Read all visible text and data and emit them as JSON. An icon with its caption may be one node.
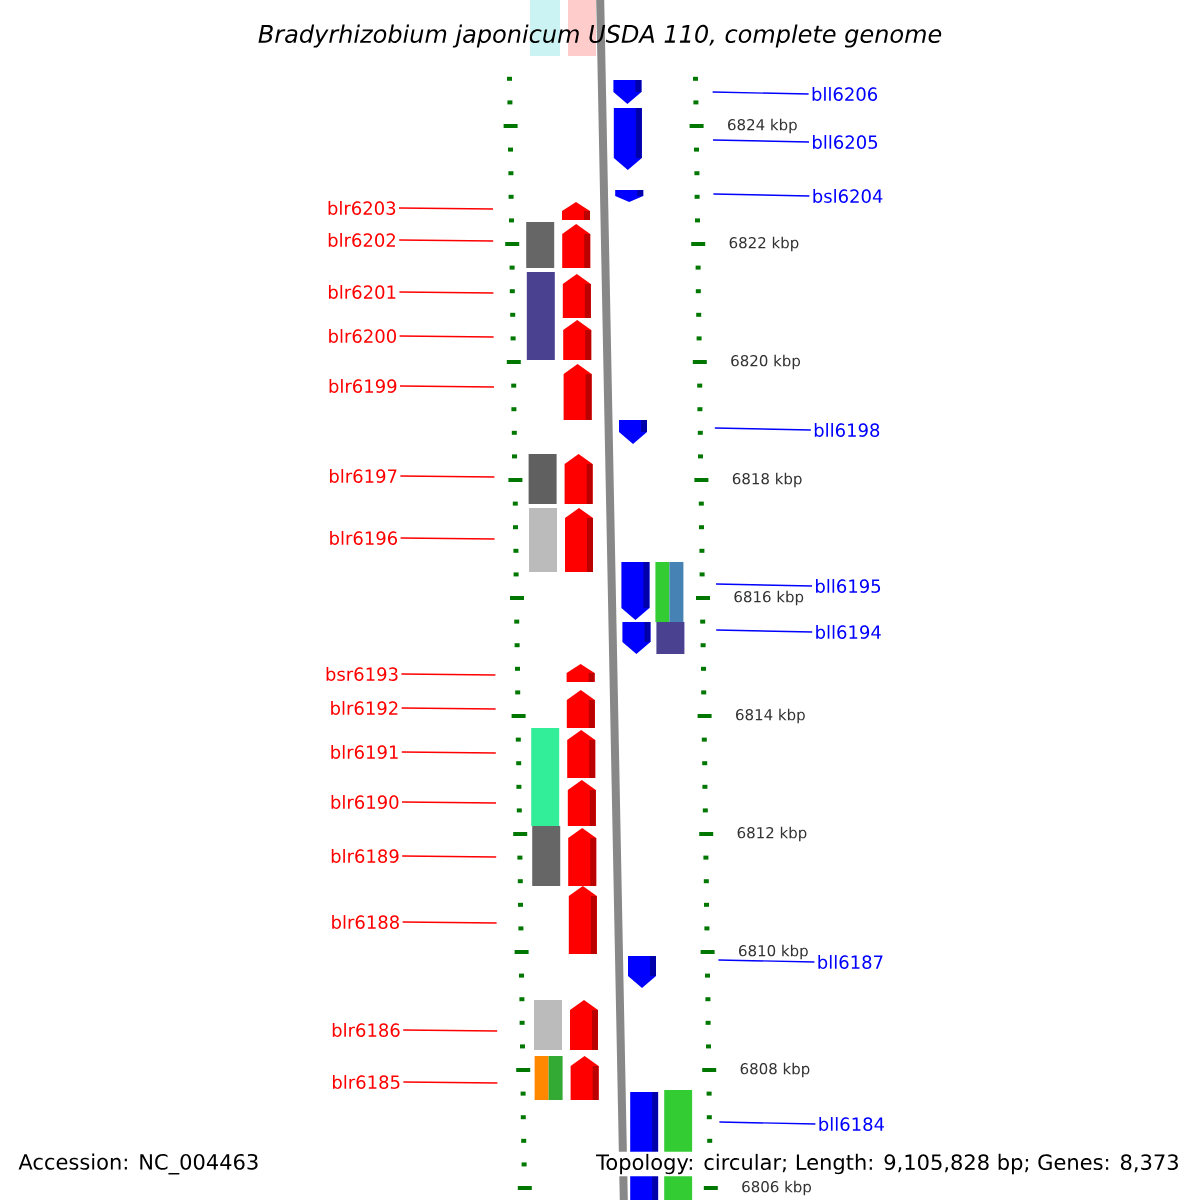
{
  "diagram": {
    "title": "Bradyrhizobium japonicum USDA 110, complete genome",
    "nodes": [
      {
        "text": [
          "bll6206"
        ]
      },
      {
        "text": [
          "bll6205"
        ]
      },
      {
        "text": [
          "bsl6204"
        ]
      },
      {
        "text": [
          "blr6203"
        ]
      },
      {
        "text": [
          "blr6202"
        ]
      },
      {
        "text": [
          "blr6201"
        ]
      },
      {
        "text": [
          "blr6200"
        ]
      },
      {
        "text": [
          "blr6199"
        ]
      },
      {
        "text": [
          "bll6198"
        ]
      },
      {
        "text": [
          "blr6197"
        ]
      },
      {
        "text": [
          "blr6196"
        ]
      },
      {
        "text": [
          "bll6195"
        ]
      },
      {
        "text": [
          "bll6194"
        ]
      },
      {
        "text": [
          "bsr6193"
        ]
      },
      {
        "text": [
          "blr6192"
        ]
      },
      {
        "text": [
          "blr6191"
        ]
      },
      {
        "text": [
          "blr6190"
        ]
      },
      {
        "text": [
          "blr6189"
        ]
      },
      {
        "text": [
          "blr6188"
        ]
      },
      {
        "text": [
          "bll6187"
        ]
      },
      {
        "text": [
          "blr6186"
        ]
      },
      {
        "text": [
          "blr6185"
        ]
      },
      {
        "text": [
          "bll6184"
        ]
      }
    ],
    "edges": [
      {
        "from": 0,
        "to": null,
        "arrow": "none",
        "color": "#0000ff"
      },
      {
        "from": 1,
        "to": null,
        "arrow": "none",
        "color": "#0000ff"
      },
      {
        "from": 2,
        "to": null,
        "arrow": "none",
        "color": "#0000ff"
      },
      {
        "from": 3,
        "to": null,
        "arrow": "none"
      },
      {
        "from": 4,
        "to": null,
        "arrow": "none"
      },
      {
        "from": 5,
        "to": null,
        "arrow": "none"
      },
      {
        "from": 6,
        "to": null,
        "arrow": "none"
      },
      {
        "from": 7,
        "to": null,
        "arrow": "none"
      },
      {
        "from": 8,
        "to": null,
        "arrow": "none",
        "color": "#0000ff"
      },
      {
        "from": 9,
        "to": null,
        "arrow": "none"
      },
      {
        "from": 10,
        "to": null,
        "arrow": "none"
      },
      {
        "from": 11,
        "to": null,
        "arrow": "none",
        "color": "#0000ff"
      },
      {
        "from": 12,
        "to": null,
        "arrow": "none",
        "color": "#0000ff"
      },
      {
        "from": 13,
        "to": null,
        "arrow": "none"
      },
      {
        "from": 14,
        "to": null,
        "arrow": "none"
      },
      {
        "from": 15,
        "to": null,
        "arrow": "none"
      },
      {
        "from": 16,
        "to": null,
        "arrow": "none"
      },
      {
        "from": 17,
        "to": null,
        "arrow": "none"
      },
      {
        "from": 18,
        "to": null,
        "arrow": "none"
      },
      {
        "from": 19,
        "to": null,
        "arrow": "none",
        "color": "#0000ff"
      },
      {
        "from": 20,
        "to": null,
        "arrow": "none"
      },
      {
        "from": 21,
        "to": null,
        "arrow": "none"
      },
      {
        "from": 22,
        "to": null,
        "arrow": "none",
        "color": "#0000ff"
      }
    ],
    "labels": [
      "6824 kbp",
      "6822 kbp",
      "6820 kbp",
      "6818 kbp",
      "6816 kbp",
      "6814 kbp",
      "6812 kbp",
      "6810 kbp",
      "6808 kbp",
      "6806 kbp",
      "Accession: NC_004463",
      "Topology: circular; Length: 9,105,828 bp; Genes: 8,373"
    ]
  }
}
